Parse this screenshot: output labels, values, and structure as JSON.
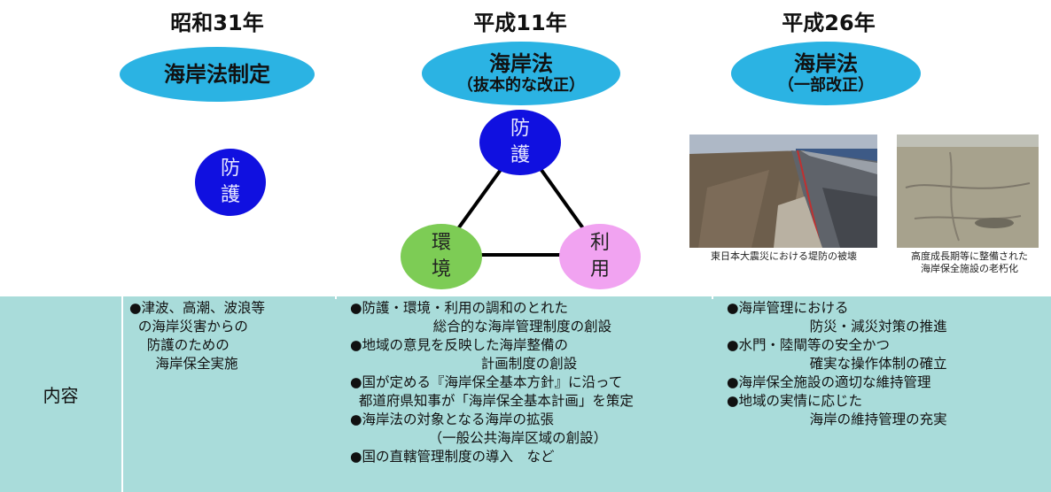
{
  "eras": [
    {
      "title": "昭和31年",
      "oval_main": "海岸法制定",
      "oval_sub": ""
    },
    {
      "title": "平成11年",
      "oval_main": "海岸法",
      "oval_sub": "（抜本的な改正）"
    },
    {
      "title": "平成26年",
      "oval_main": "海岸法",
      "oval_sub": "（一部改正）"
    }
  ],
  "era1_circle": [
    "防",
    "護"
  ],
  "triangle": {
    "top": [
      "防",
      "護"
    ],
    "left": [
      "環",
      "境"
    ],
    "right": [
      "利",
      "用"
    ]
  },
  "photos": [
    {
      "caption_lines": [
        "東日本大震災における堤防の被壊"
      ]
    },
    {
      "caption_lines": [
        "高度成長期等に整備された",
        "海岸保全施設の老朽化"
      ]
    }
  ],
  "table": {
    "row_label": "内容",
    "col1": [
      "●津波、高潮、波浪等",
      "  の海岸災害からの",
      "    防護のための",
      "      海岸保全実施"
    ],
    "col2": [
      "●防護・環境・利用の調和のとれた",
      "                   総合的な海岸管理制度の創設",
      "●地域の意見を反映した海岸整備の",
      "                              計画制度の創設",
      "●国が定める『海岸保全基本方針』に沿って",
      "  都道府県知事が「海岸保全基本計画」を策定",
      "●海岸法の対象となる海岸の拡張",
      "                  （一般公共海岸区域の創設）",
      "●国の直轄管理制度の導入　など"
    ],
    "col3": [
      "●海岸管理における",
      "                   防災・減災対策の推進",
      "●水門・陸閘等の安全かつ",
      "                   確実な操作体制の確立",
      "●海岸保全施設の適切な維持管理",
      "●地域の実情に応じた",
      "                   海岸の維持管理の充実"
    ]
  },
  "colors": {
    "oval": "#2bb3e3",
    "protect": "#1010e0",
    "environment": "#7dcc55",
    "use": "#f1a3f1",
    "table_bg": "#a9dcda"
  }
}
